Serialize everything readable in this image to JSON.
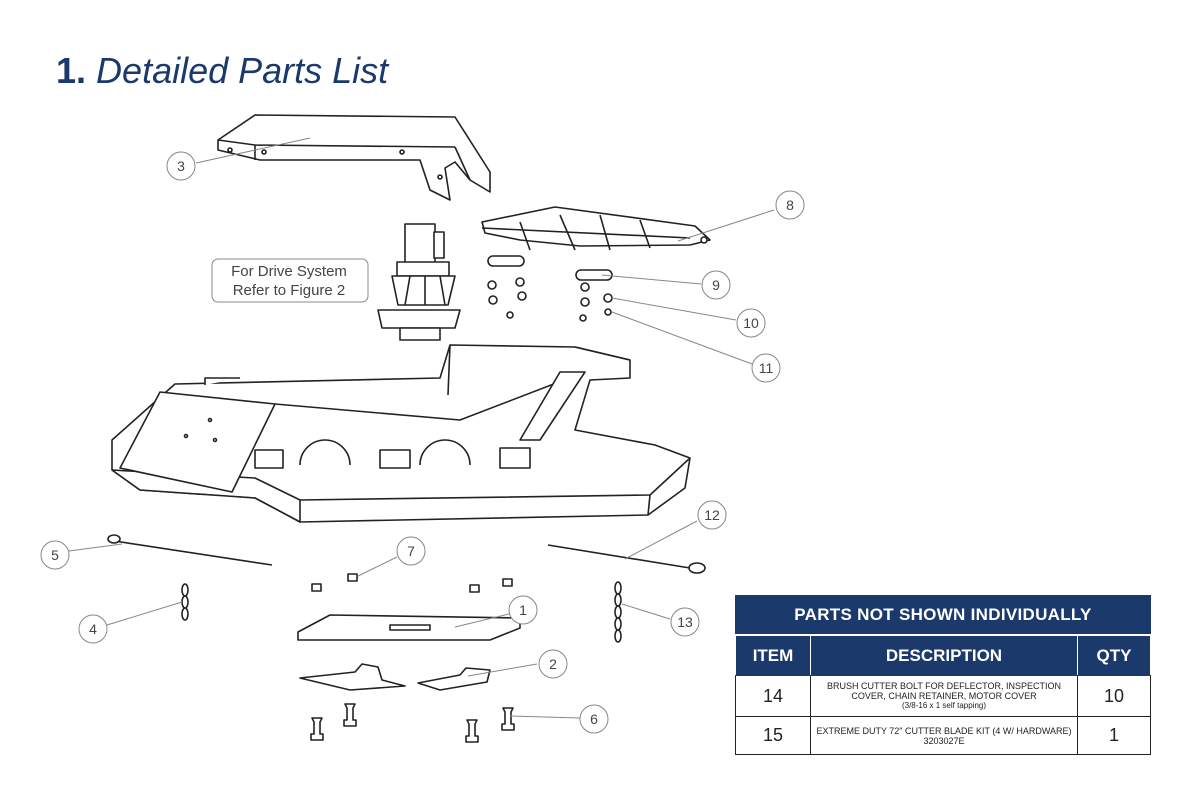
{
  "title": {
    "number": "1.",
    "text": "Detailed Parts List"
  },
  "drive_note": {
    "line1": "For Drive System",
    "line2": "Refer to Figure 2"
  },
  "callouts": [
    "1",
    "2",
    "3",
    "4",
    "5",
    "6",
    "7",
    "8",
    "9",
    "10",
    "11",
    "12",
    "13"
  ],
  "table": {
    "heading": "PARTS NOT SHOWN INDIVIDUALLY",
    "columns": [
      "ITEM",
      "DESCRIPTION",
      "QTY"
    ],
    "rows": [
      {
        "item": "14",
        "description": "BRUSH CUTTER BOLT FOR DEFLECTOR, INSPECTION COVER, CHAIN RETAINER, MOTOR COVER",
        "detail": "(3/8-16 x 1 self tapping)",
        "qty": "10"
      },
      {
        "item": "15",
        "description": "EXTREME DUTY 72\" CUTTER BLADE KIT (4 W/ HARDWARE) 3203027E",
        "detail": "",
        "qty": "1"
      }
    ]
  },
  "colors": {
    "navy": "#1b3a6b",
    "line": "#222222",
    "callout": "#888888"
  }
}
